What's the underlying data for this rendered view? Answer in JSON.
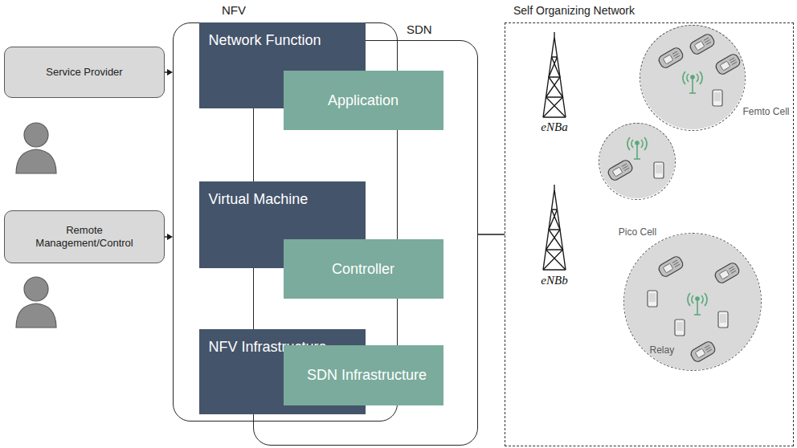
{
  "diagram": {
    "nodes": [
      {
        "text": [
          "Service Provider"
        ]
      },
      {
        "text": [
          "Remote Management/Control"
        ]
      },
      {
        "text": [
          "NFV"
        ]
      },
      {
        "text": [
          "Network Function"
        ],
        "in": 2
      },
      {
        "text": [
          "Virtual Machine"
        ],
        "in": 2
      },
      {
        "text": [
          "NFV Infrastructure"
        ],
        "in": 2
      },
      {
        "text": [
          "SDN"
        ]
      },
      {
        "text": [
          "Application"
        ],
        "in": 6
      },
      {
        "text": [
          "Controller"
        ],
        "in": 6
      },
      {
        "text": [
          "SDN Infrastructure"
        ],
        "in": 6
      },
      {
        "text": [
          "Self Organizing Network"
        ]
      },
      {
        "text": [
          "Femto Cell"
        ],
        "in": 10
      },
      {
        "text": [
          "Pico Cell"
        ],
        "in": 10
      },
      {
        "text": [
          "Relay"
        ],
        "in": 10
      }
    ],
    "edges": [
      {
        "from": 0,
        "to": 2,
        "arrow": "to"
      },
      {
        "from": 1,
        "to": 2,
        "arrow": "to"
      },
      {
        "from": 6,
        "to": 10,
        "arrow": "none"
      }
    ],
    "labels": [
      "eNBa",
      "eNBb"
    ]
  }
}
